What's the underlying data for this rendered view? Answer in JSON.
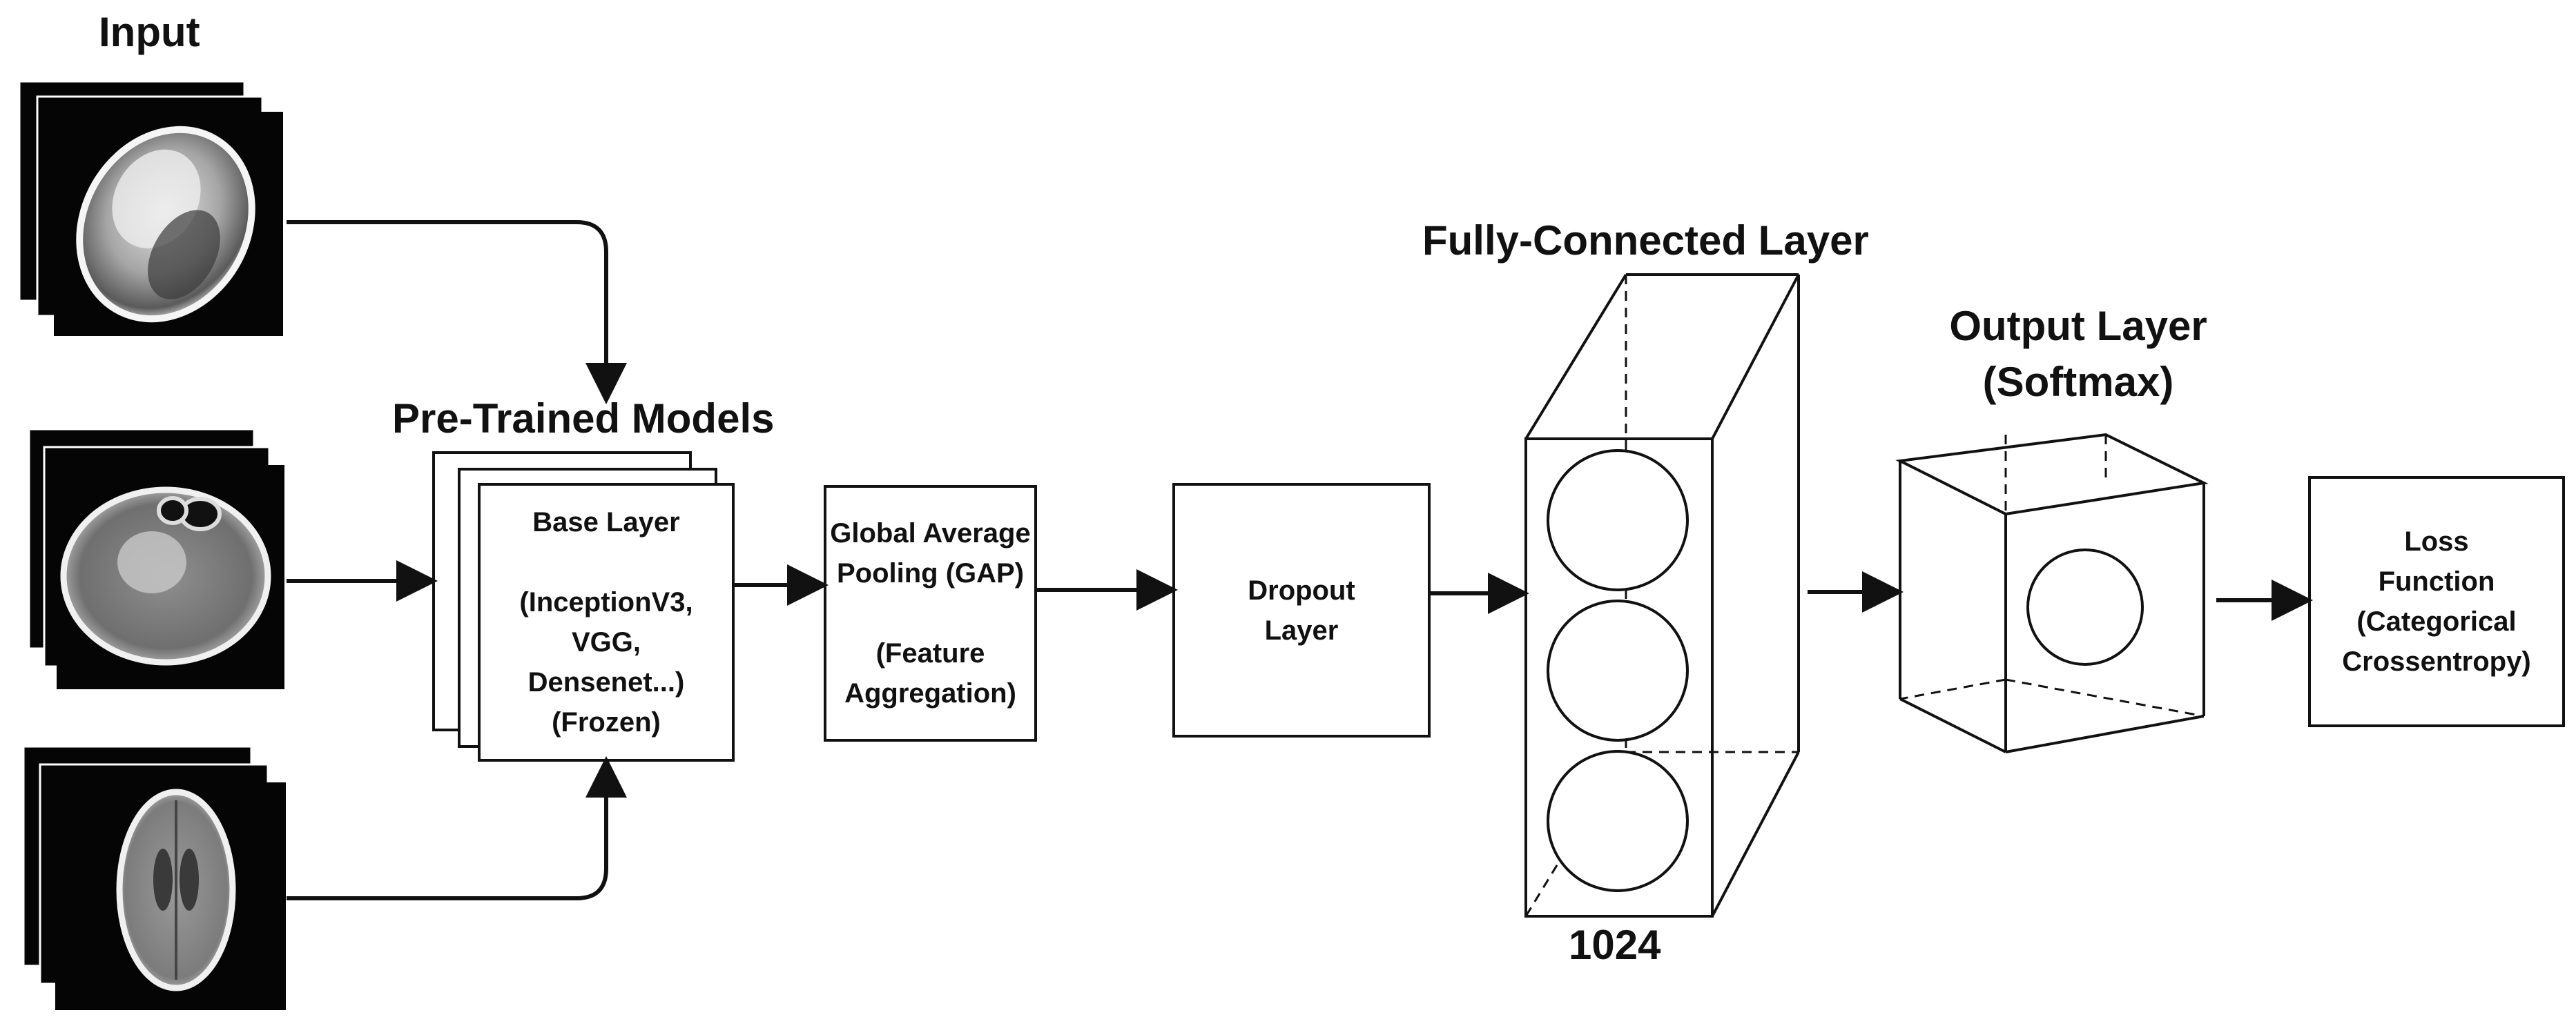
{
  "titles": {
    "input": "Input",
    "pretrained": "Pre-Trained Models",
    "fully_connected": "Fully-Connected Layer",
    "output": "Output Layer\n(Softmax)",
    "units": "1024"
  },
  "boxes": {
    "base_layer": "Base Layer\n\n(InceptionV3,\nVGG,\nDensenet...)\n(Frozen)",
    "gap": "Global Average\nPooling (GAP)\n\n(Feature\nAggregation)",
    "dropout": "Dropout\nLayer",
    "loss": "Loss\nFunction\n(Categorical\nCrossentropy)"
  },
  "colors": {
    "stroke": "#111111",
    "scan_background": "#050505",
    "background": "#ffffff"
  }
}
